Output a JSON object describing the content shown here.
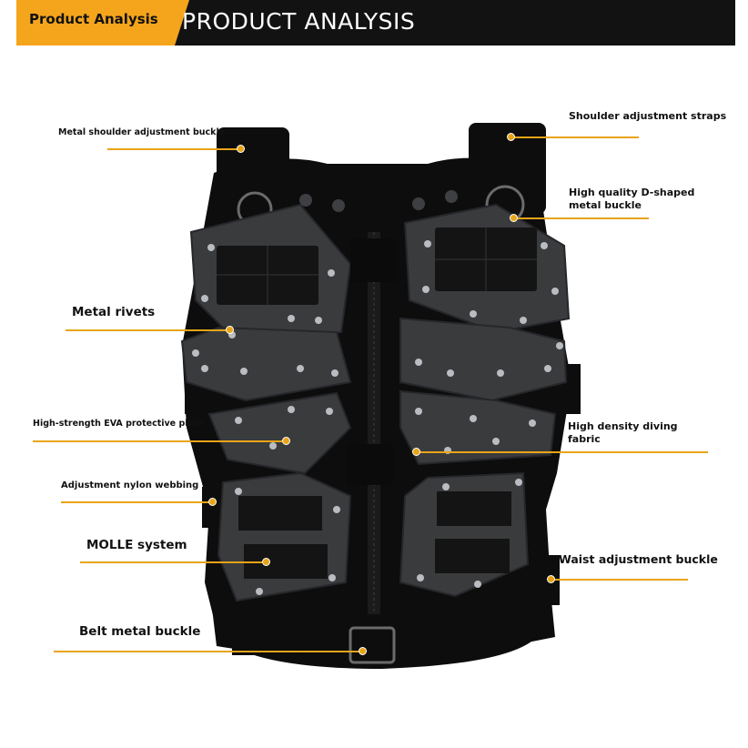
{
  "header": {
    "tab_label": "Product Analysis",
    "title": "PRODUCT ANALYSIS"
  },
  "colors": {
    "accent": "#f4a51c",
    "header_bg": "#121212",
    "vest_panel": "#3a3b3d",
    "vest_body": "#0e0e0e"
  },
  "icons": [
    "tactical-vest-image"
  ],
  "callouts": [
    {
      "id": "metal-shoulder-adjustment-buckle",
      "label": "Metal shoulder adjustment buckle"
    },
    {
      "id": "shoulder-adjustment-straps",
      "label": "Shoulder adjustment straps"
    },
    {
      "id": "high-quality-d-shaped-metal-buckle",
      "label": "High quality D-shaped\nmetal buckle"
    },
    {
      "id": "metal-rivets",
      "label": "Metal rivets"
    },
    {
      "id": "high-strength-eva-protective-plate",
      "label": "High-strength EVA protective plate"
    },
    {
      "id": "high-density-diving-fabric",
      "label": "High density diving\nfabric"
    },
    {
      "id": "adjustment-nylon-webbing",
      "label": "Adjustment nylon webbing"
    },
    {
      "id": "molle-system",
      "label": "MOLLE system"
    },
    {
      "id": "waist-adjustment-buckle",
      "label": "Waist adjustment buckle"
    },
    {
      "id": "belt-metal-buckle",
      "label": "Belt metal buckle"
    }
  ]
}
